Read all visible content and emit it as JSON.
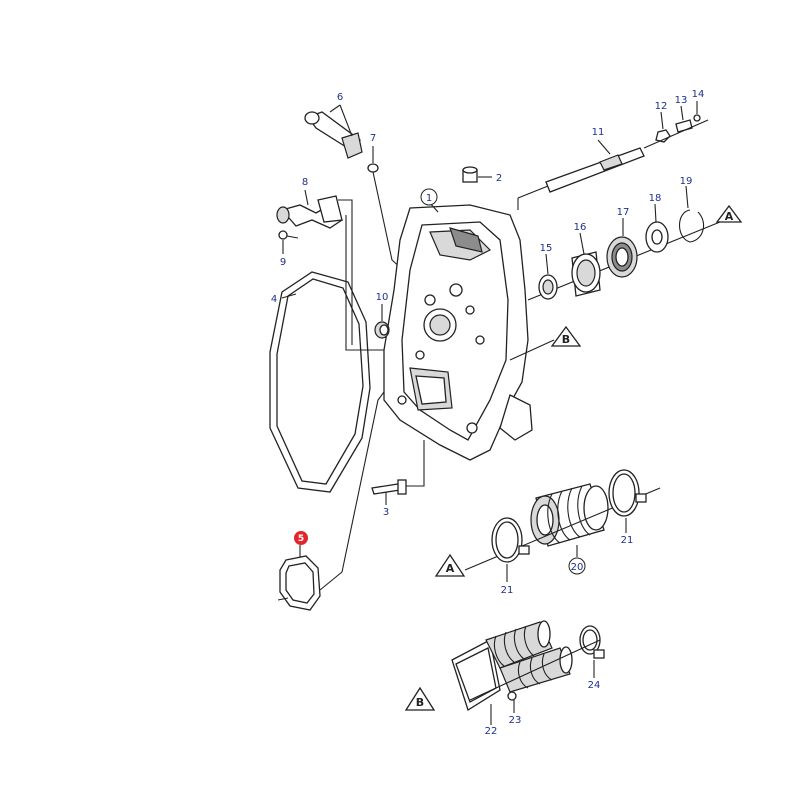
{
  "colors": {
    "callout": "#1f2f8f",
    "highlight": "#e3262b",
    "line": "#222222"
  },
  "highlighted_part": "5",
  "callouts": {
    "p1": "1",
    "p2": "2",
    "p3": "3",
    "p4": "4",
    "p5": "5",
    "p6": "6",
    "p7": "7",
    "p8": "8",
    "p9": "9",
    "p10": "10",
    "p11": "11",
    "p12": "12",
    "p13": "13",
    "p14": "14",
    "p15": "15",
    "p16": "16",
    "p17": "17",
    "p18": "18",
    "p19": "19",
    "p20": "20",
    "p21a": "21",
    "p21b": "21",
    "p22": "22",
    "p23": "23",
    "p24": "24"
  },
  "refs": {
    "a1": "A",
    "a2": "A",
    "b1": "B",
    "b2": "B"
  }
}
